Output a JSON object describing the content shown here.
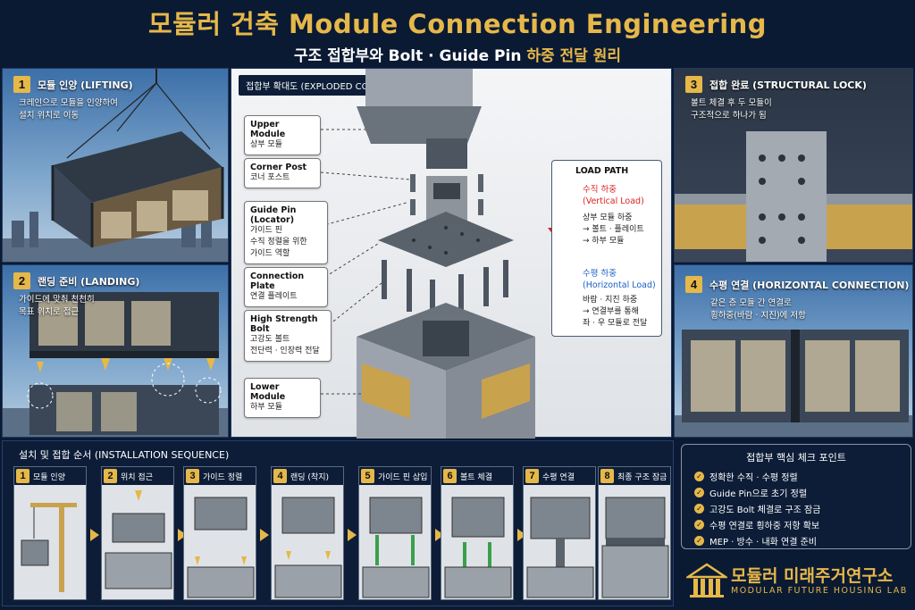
{
  "header": {
    "title": "모듈러 건축 Module Connection Engineering",
    "subtitle_pre": "구조 접합부와 Bolt · Guide Pin ",
    "subtitle_highlight": "하중 전달 원리"
  },
  "colors": {
    "accent": "#e6b84a",
    "navy": "#0b1a33",
    "vertical_load": "#d22222",
    "horizontal_load": "#1a5fc8"
  },
  "steps": [
    {
      "num": "1",
      "title": "모듈 인양 (LIFTING)",
      "desc": "크레인으로 모듈을 인양하여\n설치 위치로 이동"
    },
    {
      "num": "2",
      "title": "랜딩 준비 (LANDING)",
      "desc": "가이드에 맞춰 천천히\n목표 위치로 접근"
    },
    {
      "num": "3",
      "title": "접합 완료 (STRUCTURAL LOCK)",
      "desc": "볼트 체결 후 두 모듈이\n구조적으로 하나가 됨"
    },
    {
      "num": "4",
      "title": "수평 연결 (HORIZONTAL CONNECTION)",
      "desc": "같은 층 모듈 간 연결로\n횡하중(바람 · 지진)에 저항"
    }
  ],
  "exploded": {
    "label": "접합부 확대도 (EXPLODED CONNECTION DETAIL)",
    "callouts": [
      {
        "en": "Upper Module",
        "ko": "상부 모듈"
      },
      {
        "en": "Corner Post",
        "ko": "코너 포스트"
      },
      {
        "en": "Guide Pin (Locator)",
        "ko": "가이드 핀\n수직 정렬을 위한\n가이드 역할"
      },
      {
        "en": "Connection Plate",
        "ko": "연결 플레이트"
      },
      {
        "en": "High Strength Bolt",
        "ko": "고강도 볼트\n전단력 · 인장력 전달"
      },
      {
        "en": "Lower Module",
        "ko": "하부 모듈"
      }
    ]
  },
  "load_path": {
    "title": "LOAD PATH",
    "vertical_title": "수직 하중\n(Vertical Load)",
    "vertical_desc": "상부 모듈 하중\n→ 볼트 · 플레이트\n→ 하부 모듈",
    "horizontal_title": "수평 하중\n(Horizontal Load)",
    "horizontal_desc": "바람 · 지진 하중\n→ 연결부를 통해\n좌 · 우 모듈로 전달"
  },
  "sequence": {
    "title": "설치 및 접합 순서 (INSTALLATION SEQUENCE)",
    "steps": [
      {
        "num": "1",
        "label": "모듈 인양"
      },
      {
        "num": "2",
        "label": "위치 접근"
      },
      {
        "num": "3",
        "label": "가이드 정렬"
      },
      {
        "num": "4",
        "label": "랜딩 (착지)"
      },
      {
        "num": "5",
        "label": "가이드 핀 삽입"
      },
      {
        "num": "6",
        "label": "볼트 체결"
      },
      {
        "num": "7",
        "label": "수평 연결"
      },
      {
        "num": "8",
        "label": "최종 구조 잠금"
      }
    ]
  },
  "checklist": {
    "title": "접합부 핵심 체크 포인트",
    "items": [
      "정확한 수직 · 수평 정렬",
      "Guide Pin으로 초기 정렬",
      "고강도 Bolt 체결로 구조 잠금",
      "수평 연결로 횡하중 저항 확보",
      "MEP · 방수 · 내화 연결 준비"
    ]
  },
  "brand": {
    "name_ko": "모듈러 미래주거연구소",
    "name_en": "MODULAR FUTURE HOUSING LAB"
  }
}
